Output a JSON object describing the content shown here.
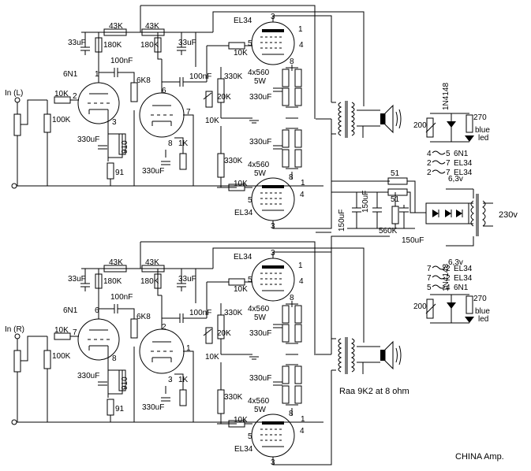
{
  "title": "CHINA Amp.",
  "transformer_note": "Raa 9K2  at 8 ohm",
  "channels": [
    {
      "input": "In (L)",
      "in_res": "10K",
      "grid_res": "100K",
      "tube1": "6N1",
      "tube1_pins": {
        "grid": "2",
        "plate": "1",
        "cathode": "3"
      },
      "cath_cap": "330uF",
      "cath_res": "910",
      "cath_res2": "91",
      "r_43k_a": "43K",
      "r_43k_b": "43K",
      "r_180k_a": "180K",
      "r_180k_b": "180K",
      "cap_33_a": "33uF",
      "cap_33_b": "33uF",
      "coupling_cap": "100nF",
      "r_6k8": "6K8",
      "tube2_pins": {
        "grid": "6",
        "plate": "7",
        "cathode": "8"
      },
      "cath2_res": "1K",
      "cath2_cap": "330uF",
      "cap_100nf_b": "100nF",
      "r_330k_a": "330K",
      "r_330k_b": "330K",
      "pot": "20K",
      "r_10k_bal": "10K",
      "grid_stop_top": "10K",
      "grid_stop_bot": "10K",
      "pt_top": "EL34",
      "pt_bot": "EL34",
      "pin3_top": "3",
      "pin1_top": "1",
      "pin5_top": "5",
      "pin4_top": "4",
      "pin8_top": "8",
      "pin3_bot": "3",
      "pin1_bot": "1",
      "pin5_bot": "5",
      "pin4_bot": "4",
      "pin8_bot": "8",
      "res4_top": "4x560",
      "res4_top_w": "5W",
      "res4_bot": "4x560",
      "res4_bot_w": "5W",
      "cap_top": "330uF",
      "cap_bot": "330uF"
    },
    {
      "input": "In (R)",
      "in_res": "10K",
      "grid_res": "100K",
      "tube1": "6N1",
      "tube1_pins": {
        "grid": "7",
        "plate": "6",
        "cathode": "8"
      },
      "cath_cap": "330uF",
      "cath_res": "910",
      "cath_res2": "91",
      "r_43k_a": "43K",
      "r_43k_b": "43K",
      "r_180k_a": "180K",
      "r_180k_b": "180K",
      "cap_33_a": "33uF",
      "cap_33_b": "33uF",
      "coupling_cap": "100nF",
      "r_6k8": "6K8",
      "tube2_pins": {
        "grid": "2",
        "plate": "1",
        "cathode": "3"
      },
      "cath2_res": "1K",
      "cath2_cap": "330uF",
      "cap_100nf_b": "100nF",
      "r_330k_a": "330K",
      "r_330k_b": "330K",
      "pot": "20K",
      "r_10k_bal": "10K",
      "grid_stop_top": "10K",
      "grid_stop_bot": "10K",
      "pt_top": "EL34",
      "pt_bot": "EL34",
      "pin3_top": "3",
      "pin1_top": "1",
      "pin5_top": "5",
      "pin4_top": "4",
      "pin8_top": "8",
      "pin3_bot": "3",
      "pin1_bot": "1",
      "pin5_bot": "5",
      "pin4_bot": "4",
      "pin8_bot": "8",
      "res4_top": "4x560",
      "res4_top_w": "5W",
      "res4_bot": "4x560",
      "res4_bot_w": "5W",
      "cap_top": "330uF",
      "cap_bot": "330uF"
    }
  ],
  "psu": {
    "r51_a": "51",
    "r51_b": "51",
    "c150_a": "150uF",
    "c150_b": "150uF",
    "c150_c": "150uF",
    "r560k": "560K",
    "mains": "230v",
    "heater_top": {
      "pot": "200",
      "diode": "1N4148",
      "res": "270",
      "led": "blue\nled",
      "rows": [
        {
          "a": "4",
          "b": "5",
          "t": "6N1"
        },
        {
          "a": "2",
          "b": "7",
          "t": "EL34"
        },
        {
          "a": "2",
          "b": "7",
          "t": "EL34"
        }
      ],
      "v": "6,3v"
    },
    "heater_bot": {
      "pot": "200",
      "diode": "1N4148",
      "res": "270",
      "led": "blue\nled",
      "rows": [
        {
          "a": "7",
          "b": "2",
          "t": "EL34"
        },
        {
          "a": "7",
          "b": "2",
          "t": "EL34"
        },
        {
          "a": "5",
          "b": "4",
          "t": "6N1"
        }
      ],
      "v": "6,3v"
    }
  }
}
